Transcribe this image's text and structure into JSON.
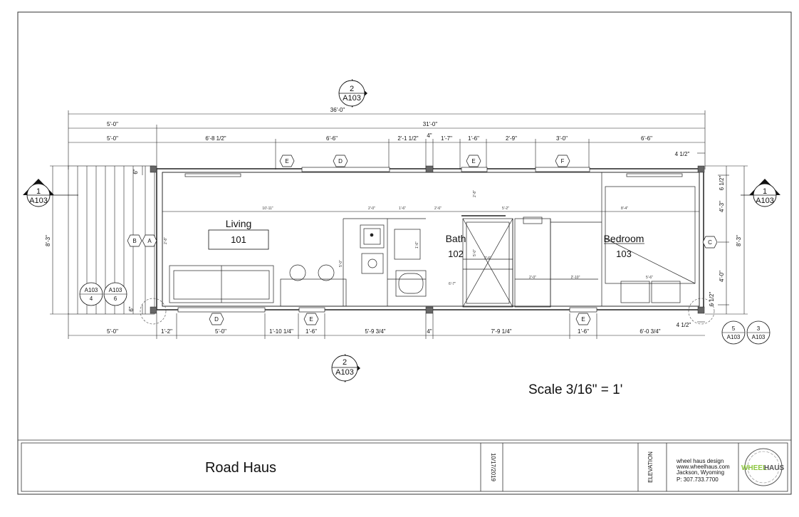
{
  "project": {
    "title": "Road Haus",
    "date": "10/17/2019",
    "sheet_label": "ELEVATION",
    "scale": "Scale 3/16\" = 1'"
  },
  "company": {
    "name": "wheel haus design",
    "web": "www.wheelhaus.com",
    "location": "Jackson, Wyoming",
    "phone": "P: 307.733.7700",
    "logo_text_1": "WHEEL",
    "logo_text_2": "HAUS",
    "accent_color": "#8cc63f"
  },
  "rooms": {
    "living": {
      "name": "Living",
      "number": "101"
    },
    "bath": {
      "name": "Bath",
      "number": "102"
    },
    "bedroom": {
      "name": "Bedroom",
      "number": "103"
    }
  },
  "dims_top": {
    "overall": "36'-0\"",
    "deck": "5'-0\"",
    "body": "31'-0\"",
    "deck2": "5'-0\"",
    "s1": "6'-8 1/2\"",
    "s2": "6'-6\"",
    "s3": "2'-1 1/2\"",
    "s4": "4\"",
    "s5": "1'-7\"",
    "s6": "1'-6\"",
    "s7": "2'-9\"",
    "s8": "3'-0\"",
    "s9": "6'-6\"",
    "corner": "4 1/2\""
  },
  "dims_bottom": {
    "b1": "5'-0\"",
    "b2": "1'-2\"",
    "b3": "5'-0\"",
    "b4": "1'-10 1/4\"",
    "b5": "1'-6\"",
    "b6": "5'-9 3/4\"",
    "b7": "4\"",
    "b8": "7'-9 1/4\"",
    "b9": "1'-6\"",
    "b10": "6'-0 3/4\"",
    "corner": "4 1/2\""
  },
  "dims_side": {
    "left": "8'-3\"",
    "right": "8'-3\"",
    "r1": "6 1/2\"",
    "r2": "4'-3\"",
    "r3": "4'-0\"",
    "r4": "6 1/2\"",
    "deck_top": "6\"",
    "deck_bottom": "6\""
  },
  "dims_interior": {
    "i1": "10'-11\"",
    "i2": "2'-0\"",
    "i3": "1'-6\"",
    "i4": "2'-6\"",
    "i5": "5'-2\"",
    "i6": "8'-4\"",
    "i7": "2'-8\"",
    "i8": "2'-0\"",
    "i9": "2'-10\"",
    "i10": "5'-6\"",
    "i11": "6'-7\"",
    "i12": "5'-0\"",
    "i13": "2'-6\"",
    "i14": "1'-6\"",
    "i15": "5'-0\"",
    "i16": "2'-8\""
  },
  "section_markers": {
    "top": {
      "number": "2",
      "sheet": "A103"
    },
    "bottom": {
      "number": "2",
      "sheet": "A103"
    },
    "left": {
      "number": "1",
      "sheet": "A103"
    },
    "right": {
      "number": "1",
      "sheet": "A103"
    }
  },
  "detail_callouts": {
    "d1": {
      "sheet": "A103",
      "number": "4"
    },
    "d2": {
      "sheet": "A103",
      "number": "6"
    },
    "d3": {
      "number": "5",
      "sheet": "A103"
    },
    "d4": {
      "number": "3",
      "sheet": "A103"
    }
  },
  "window_tags": {
    "top_e1": "E",
    "top_d": "D",
    "top_e2": "E",
    "top_f": "F",
    "bot_d": "D",
    "bot_e1": "E",
    "bot_e2": "E"
  },
  "grid_tags": {
    "a": "A",
    "b": "B",
    "c": "C"
  }
}
